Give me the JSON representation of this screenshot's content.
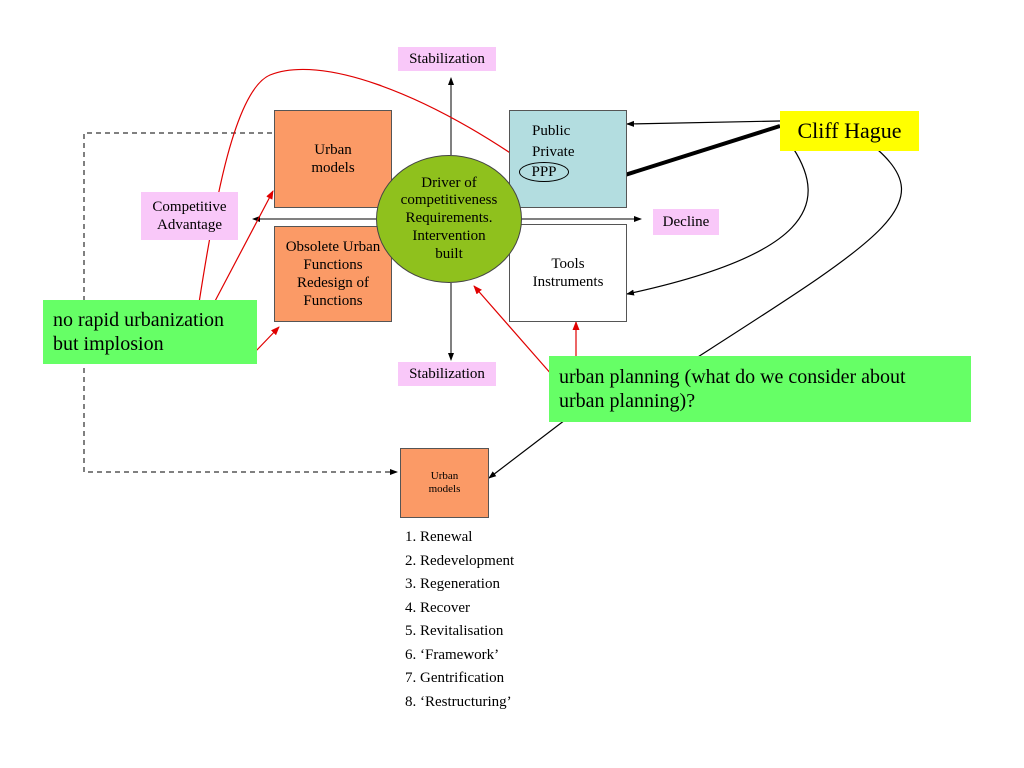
{
  "axis": {
    "top_label": "Stabilization",
    "bottom_label": "Stabilization",
    "left_label": "Competitive\nAdvantage",
    "right_label": "Decline"
  },
  "quadrants": {
    "urban_models": "Urban\nmodels",
    "obsolete": "Obsolete Urban\nFunctions\nRedesign of\nFunctions",
    "public_private": {
      "public": "Public",
      "private": "Private",
      "ppp": "PPP"
    },
    "tools": "Tools\nInstruments"
  },
  "center": "Driver of\ncompetitiveness\nRequirements.\nIntervention\nbuilt",
  "callouts": {
    "cliff": "Cliff Hague",
    "implosion": "no rapid urbanization\nbut implosion",
    "planning": "urban planning (what do we consider about\nurban planning)?"
  },
  "bottom_box": "Urban\nmodels",
  "models_list": [
    "1.  Renewal",
    "2. Redevelopment",
    "3. Regeneration",
    "4. Recover",
    "5. Revitalisation",
    "6. ‘Framework’",
    "7. Gentrification",
    "8. ‘Restructuring’"
  ],
  "colors": {
    "orange": "#fb9a66",
    "teal": "#b3dde0",
    "green_circle": "#8fc11d",
    "green_callout": "#66ff66",
    "pink": "#f9c8f9",
    "yellow": "#ffff00",
    "red_arrow": "#e00000"
  }
}
